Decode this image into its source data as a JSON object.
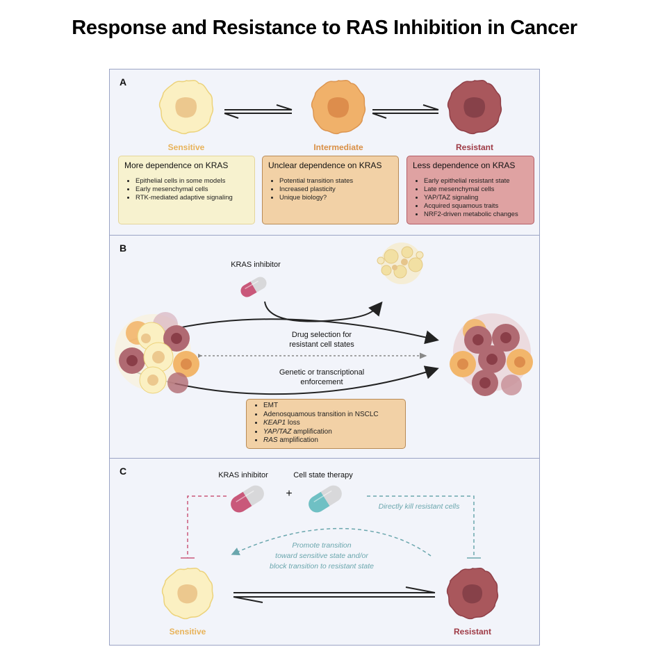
{
  "title": "Response and Resistance to RAS Inhibition in Cancer",
  "colors": {
    "sensitive": "#e8b35a",
    "intermediate": "#d98f45",
    "resistant": "#9e3a45",
    "kras_pill": "#c9587a",
    "cell_state_pill": "#6fc0c4",
    "therapy_text": "#6aa6ad"
  },
  "panel_a": {
    "label": "A",
    "states": [
      {
        "name": "Sensitive",
        "box_title": "More dependence on KRAS",
        "items": [
          "Epithelial cells in some models",
          "Early mesenchymal cells",
          "RTK-mediated adaptive signaling"
        ]
      },
      {
        "name": "Intermediate",
        "box_title": "Unclear dependence on KRAS",
        "items": [
          "Potential transition states",
          "Increased plasticity",
          "Unique biology?"
        ]
      },
      {
        "name": "Resistant",
        "box_title": "Less dependence on KRAS",
        "items": [
          "Early epithelial resistant state",
          "Late mesenchymal cells",
          "YAP/TAZ signaling",
          "Acquired squamous traits",
          "NRF2-driven metabolic changes"
        ]
      }
    ]
  },
  "panel_b": {
    "label": "B",
    "drug_label": "KRAS inhibitor",
    "upper_arrow_label_1": "Drug selection for",
    "upper_arrow_label_2": "resistant cell states",
    "lower_arrow_label_1": "Genetic or transcriptional",
    "lower_arrow_label_2": "enforcement",
    "mechanisms": [
      {
        "italic": "",
        "text": "EMT"
      },
      {
        "italic": "",
        "text": "Adenosquamous transition in NSCLC"
      },
      {
        "italic": "KEAP1",
        "text": " loss"
      },
      {
        "italic": "YAP/TAZ",
        "text": " amplification"
      },
      {
        "italic": "RAS",
        "text": " amplification"
      }
    ]
  },
  "panel_c": {
    "label": "C",
    "drug_1": "KRAS inhibitor",
    "plus": "+",
    "drug_2": "Cell state therapy",
    "kill_text": "Directly kill resistant cells",
    "promote_1": "Promote transition",
    "promote_2": "toward sensitive state and/or",
    "promote_3": "block transition to resistant state",
    "sensitive": "Sensitive",
    "resistant": "Resistant"
  }
}
